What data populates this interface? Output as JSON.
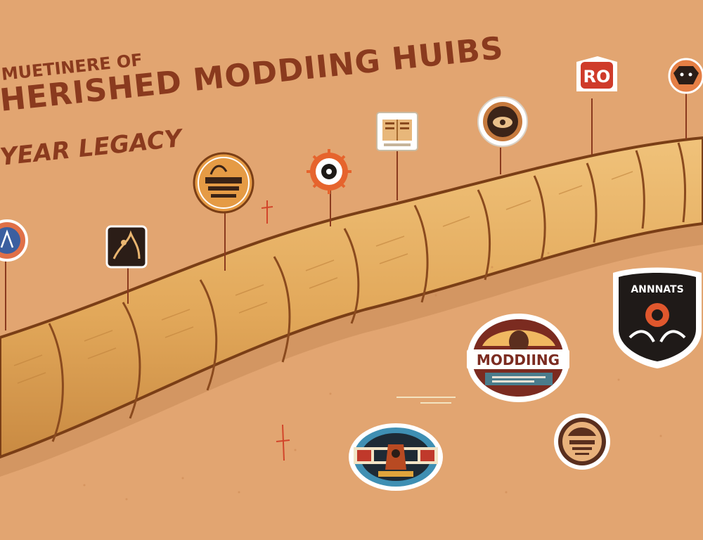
{
  "header": {
    "title_top": "MUETINERE OF",
    "title_main": "HERISHED MODDIING HUIBS",
    "title_sub": "YEAR LEGACY"
  },
  "badges": {
    "ro_text": "RO",
    "modding_text": "MODDIING",
    "shield_text": "ANNNATS"
  },
  "colors": {
    "background": "#e2a571",
    "title": "#8a3a1e",
    "road": "#e6b15f",
    "road_edge": "#7a3e16",
    "accent_red": "#c8452c",
    "dark": "#2b1d17"
  }
}
